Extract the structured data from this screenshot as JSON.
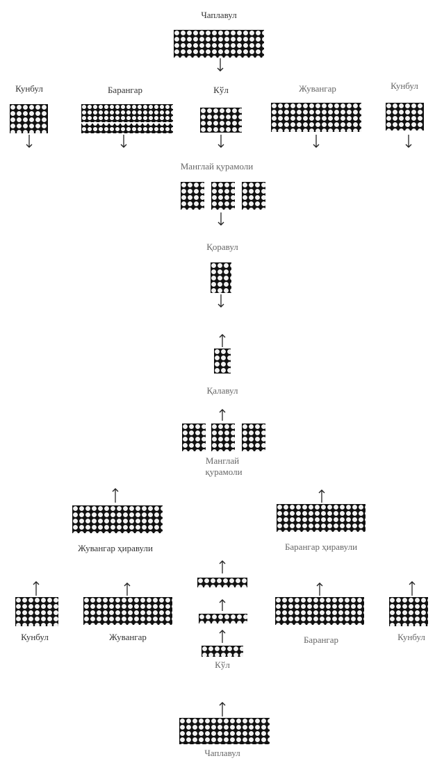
{
  "labels": {
    "top_chaplavul": "Чаплавул",
    "kunbul_left": "Кунбул",
    "barangar_top": "Барангар",
    "kul": "Кўл",
    "juvangar_top": "Жувангар",
    "kunbul_right": "Кунбул",
    "manglay_top": "Манглай қурамоли",
    "karavul": "Қоравул",
    "kalavul": "Қалавул",
    "manglay_bottom_1": "Манглай",
    "manglay_bottom_2": "қурамоли",
    "juvangar_hiravuli": "Жувангар ҳиравули",
    "barangar_hiravuli": "Барангар ҳиравули",
    "kunbul_bottom_left": "Кунбул",
    "juvangar_bottom": "Жувангар",
    "kul_bottom": "Кўл",
    "barangar_bottom": "Барангар",
    "kunbul_bottom_right": "Кунбул",
    "chaplavul_bottom": "Чаплавул"
  },
  "arrows": {
    "down": "↓",
    "up": "↑"
  },
  "colors": {
    "block": "#111111",
    "hole": "#f2f2f2",
    "arrow": "#222222"
  }
}
